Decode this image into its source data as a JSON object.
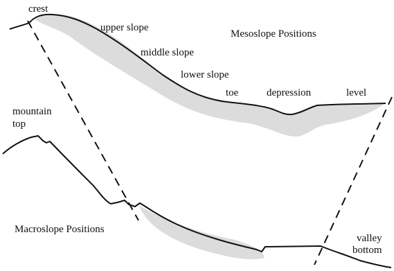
{
  "mesoslope": {
    "title": "Mesoslope Positions",
    "positions": {
      "crest": "crest",
      "upper_slope": "upper slope",
      "middle_slope": "middle slope",
      "lower_slope": "lower slope",
      "toe": "toe",
      "depression": "depression",
      "level": "level"
    }
  },
  "macroslope": {
    "title": "Macroslope Positions",
    "mountain_top_line1": "mountain",
    "mountain_top_line2": "top",
    "valley_bottom_line1": "valley",
    "valley_bottom_line2": "bottom"
  },
  "colors": {
    "profile_line": "#111111",
    "shading": "#dcdcdc",
    "dashed_line": "#111111"
  }
}
